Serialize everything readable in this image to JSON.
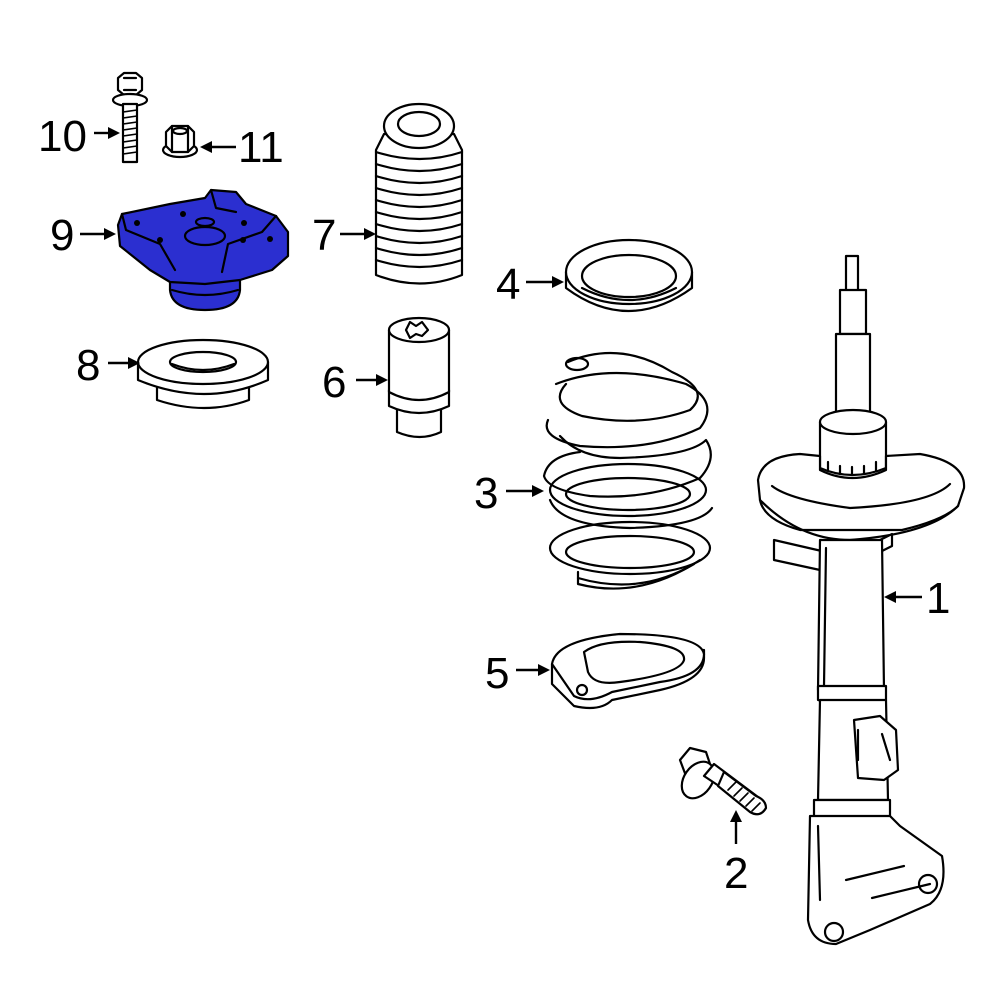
{
  "callouts": [
    {
      "id": "1",
      "label": "1",
      "part": "strut"
    },
    {
      "id": "2",
      "label": "2",
      "part": "bolt"
    },
    {
      "id": "3",
      "label": "3",
      "part": "coil spring"
    },
    {
      "id": "4",
      "label": "4",
      "part": "upper spring seat"
    },
    {
      "id": "5",
      "label": "5",
      "part": "lower spring seat"
    },
    {
      "id": "6",
      "label": "6",
      "part": "bump stop"
    },
    {
      "id": "7",
      "label": "7",
      "part": "dust boot"
    },
    {
      "id": "8",
      "label": "8",
      "part": "bearing"
    },
    {
      "id": "9",
      "label": "9",
      "part": "strut mount"
    },
    {
      "id": "10",
      "label": "10",
      "part": "bolt"
    },
    {
      "id": "11",
      "label": "11",
      "part": "nut"
    }
  ],
  "highlight": {
    "part_label": "9",
    "color": "#2b2fd0"
  }
}
